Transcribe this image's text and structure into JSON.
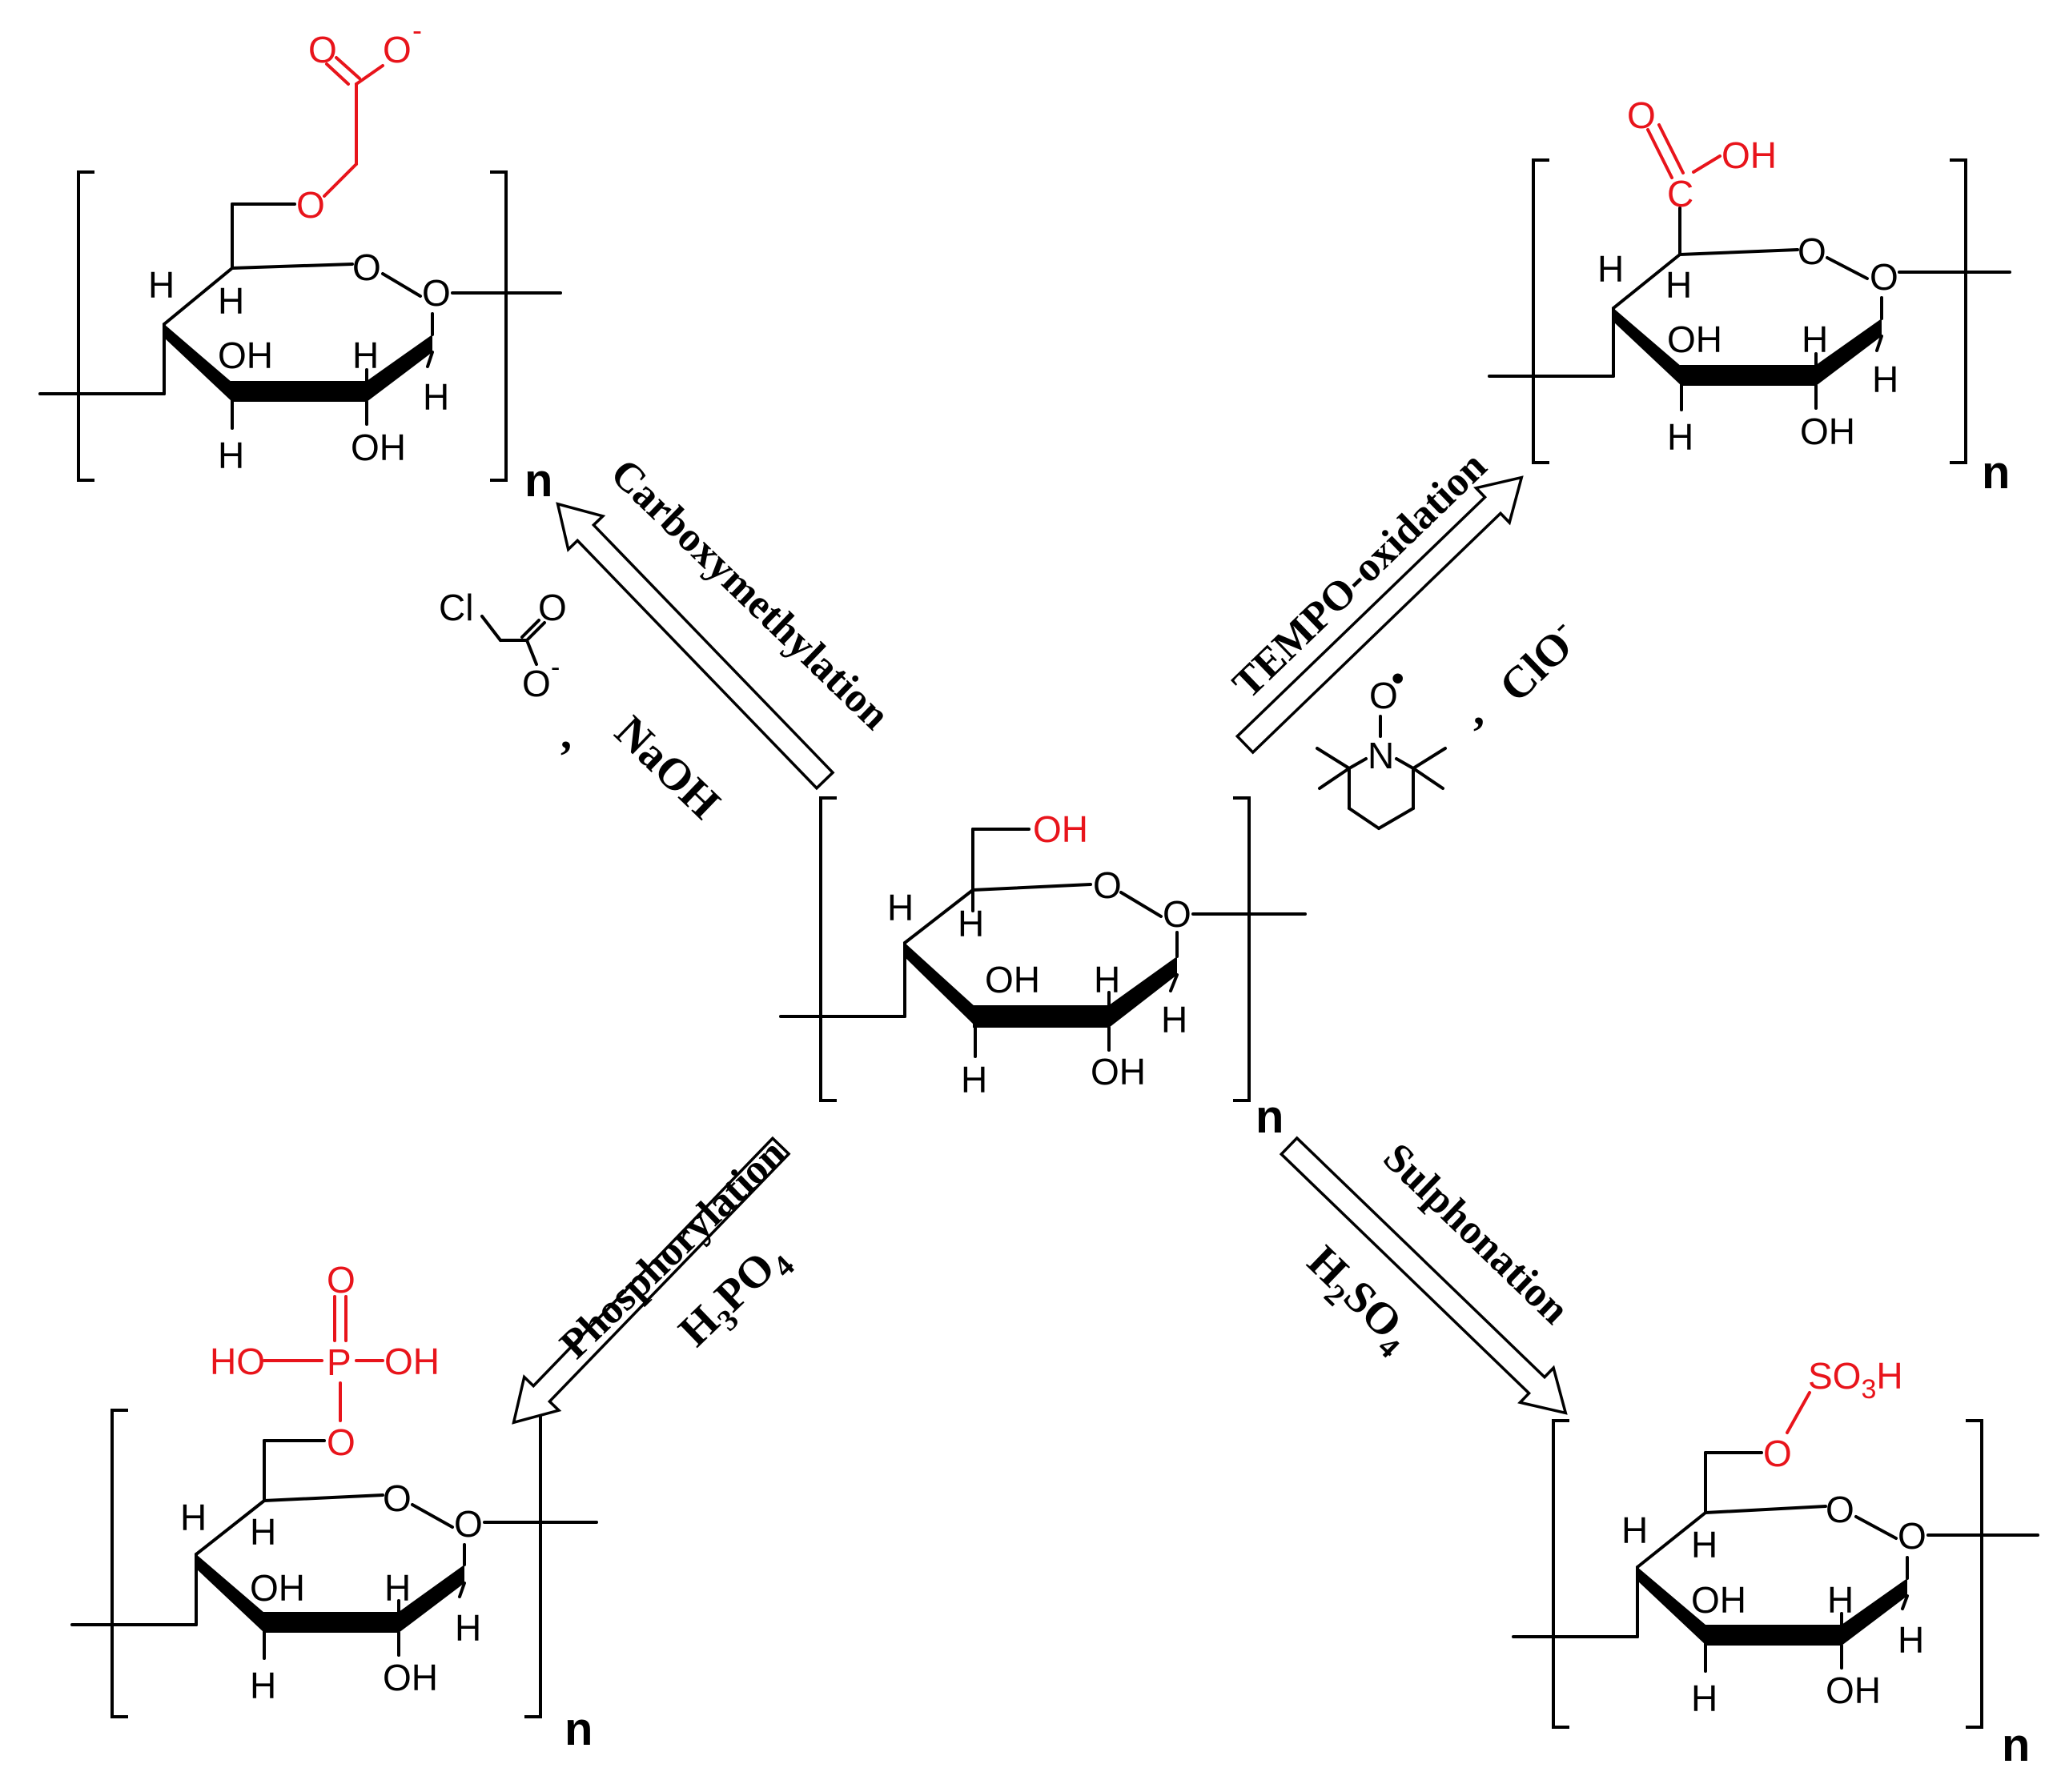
{
  "labels": {
    "H": "H",
    "OH": "OH",
    "O": "O",
    "n": "n"
  },
  "center": {
    "substituent": "OH"
  },
  "products": {
    "carboxymethyl": {
      "group_O_top": "O",
      "group_O_top_charge": "-",
      "group_O_carbonyl": "O",
      "ether_O": "O"
    },
    "tempo": {
      "carbonyl_O": "O",
      "carbon": "C",
      "hydroxyl": "OH"
    },
    "phosphate": {
      "top_O": "O",
      "left_OH": "HO",
      "phosphorus": "P",
      "right_OH": "OH",
      "ester_O": "O"
    },
    "sulphonate": {
      "group": "SO",
      "subscript": "3",
      "H": "H",
      "ester_O": "O"
    }
  },
  "reactions": {
    "carboxymethylation": "Carboxymethylation",
    "tempo_oxidation": "TEMPO-oxidation",
    "phosphorylation": "Phosphorylation",
    "sulphonation": "Sulphonation"
  },
  "reagents": {
    "chloroacetate": {
      "Cl": "Cl",
      "O_carbonyl": "O",
      "O_minus": "O",
      "charge": "-",
      "comma": ","
    },
    "naoh": "NaOH",
    "tempo": {
      "N": "N",
      "O": "O",
      "radical": "•",
      "comma": ","
    },
    "hypochlorite": {
      "text": "ClO",
      "charge": "-"
    },
    "phosphoric_acid": {
      "H": "H",
      "sub3": "3",
      "PO": "PO",
      "sub4": "4"
    },
    "sulfuric_acid": {
      "H": "H",
      "sub2": "2",
      "SO": "SO",
      "sub4": "4"
    }
  },
  "colors": {
    "highlight": "#e8141b",
    "ink": "#000000"
  }
}
